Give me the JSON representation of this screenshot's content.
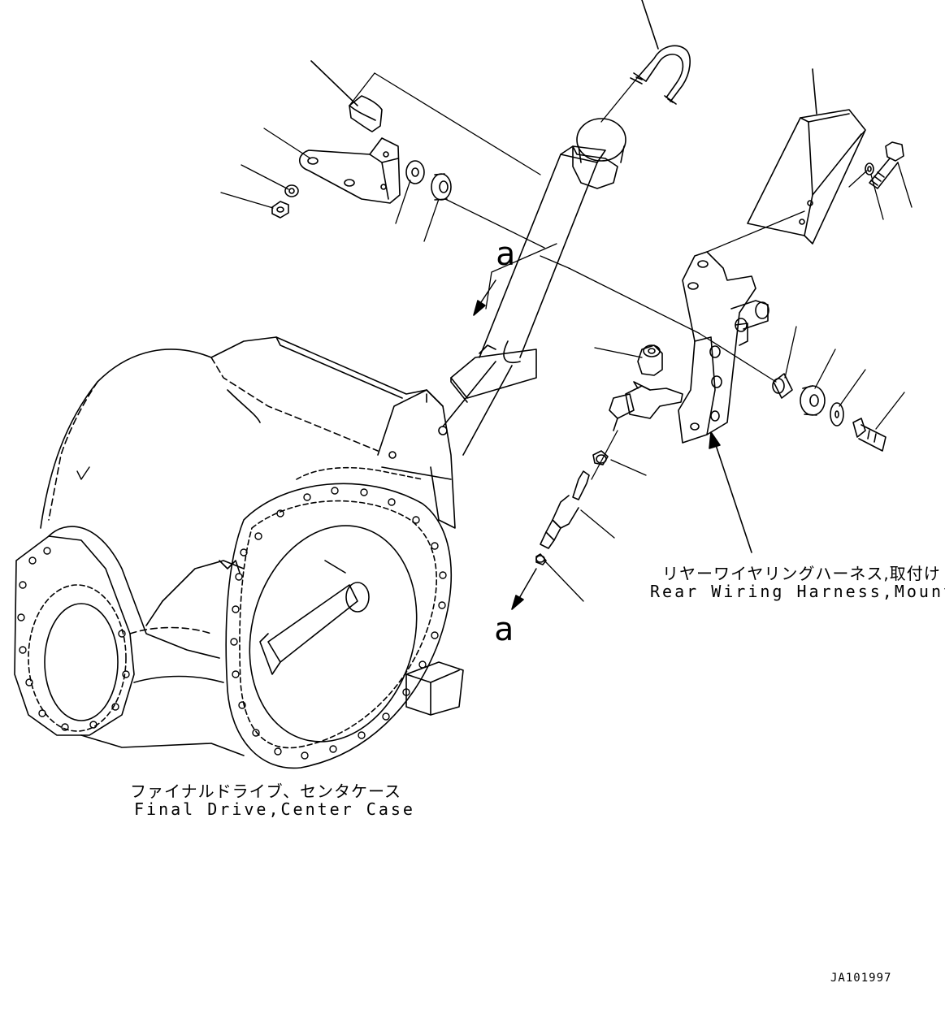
{
  "labels": {
    "final_drive_jp": "ファイナルドライブ、センタケース",
    "final_drive_en": "Final Drive,Center Case",
    "harness_jp": "リヤーワイヤリングハーネス,取付け",
    "harness_en": "Rear Wiring Harness,Mounting",
    "callout_top": "a",
    "callout_bottom": "a",
    "drawing_code": "JA101997"
  }
}
